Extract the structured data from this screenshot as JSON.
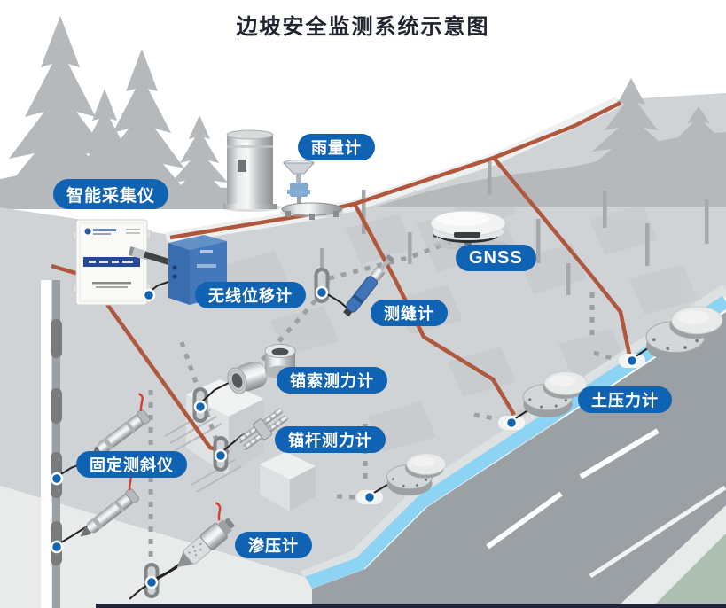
{
  "title": "边坡安全监测系统示意图",
  "labels": {
    "collector": "智能采集仪",
    "rain_gauge": "雨量计",
    "gnss": "GNSS",
    "wireless_displacement": "无线位移计",
    "crack_meter": "测缝计",
    "anchor_cable_dynamometer": "锚索测力计",
    "anchor_rod_dynamometer": "锚杆测力计",
    "earth_pressure_cell": "土压力计",
    "fixed_inclinometer": "固定测斜仪",
    "piezometer": "渗压计"
  },
  "colors": {
    "label_bg": "#0f63b2",
    "label_text": "#ffffff",
    "title_text": "#20242e",
    "cable": "#b0583e",
    "slope": "#cfd3d5",
    "trees": "#b5b9bc",
    "road": "#9aa0a3",
    "water": "#8dd3f4",
    "grass": "#adbfb0",
    "node_dot": "#1165b3",
    "device_blue": "#3a6cb0"
  }
}
